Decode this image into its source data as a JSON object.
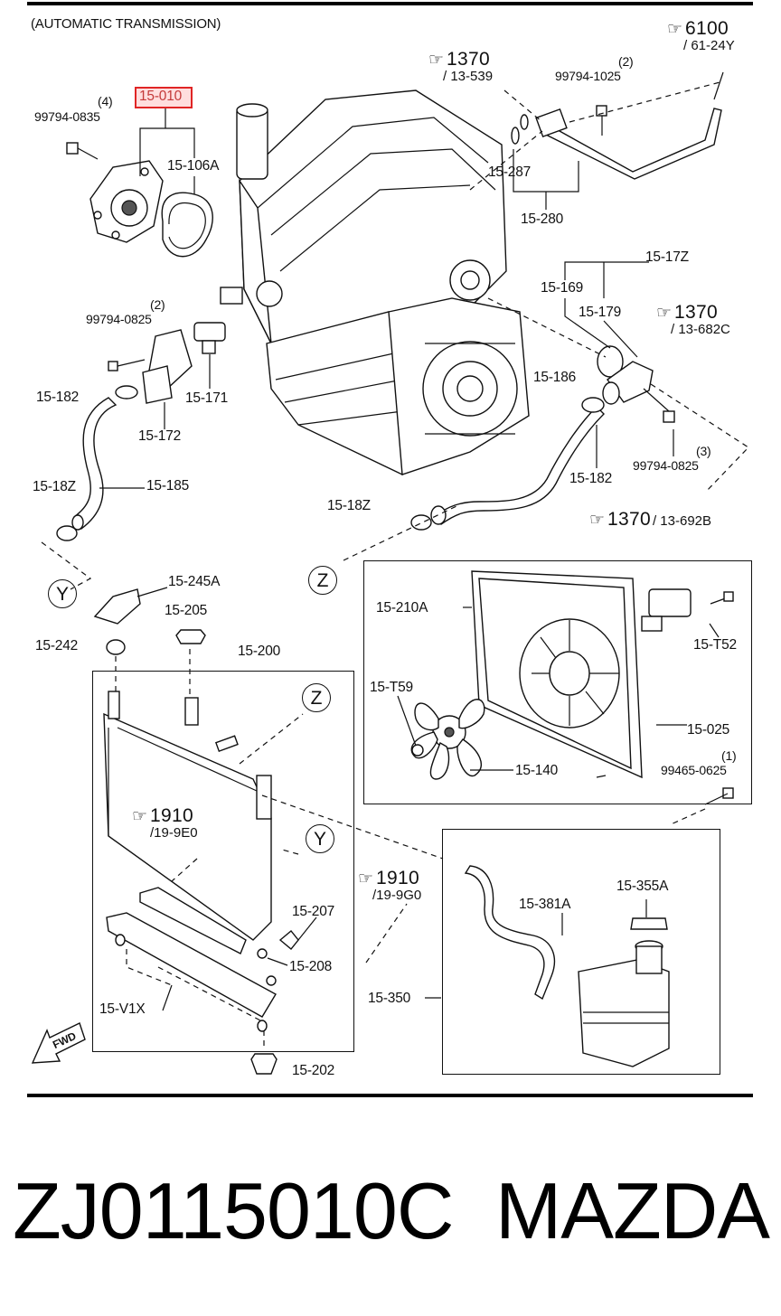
{
  "header": {
    "title": "(AUTOMATIC TRANSMISSION)"
  },
  "refs": {
    "r6100": {
      "main": "6100",
      "sub": "/ 61-24Y"
    },
    "r1370a": {
      "main": "1370",
      "sub": "/ 13-539"
    },
    "r1370b": {
      "main": "1370",
      "sub": "/ 13-682C"
    },
    "r1370c": {
      "main": "1370",
      "sub": "/ 13-692B"
    },
    "r1910a": {
      "main": "1910",
      "sub": "/19-9E0"
    },
    "r1910b": {
      "main": "1910",
      "sub": "/19-9G0"
    }
  },
  "labels": {
    "p15_010": "15-010",
    "qty4": "(4)",
    "p99794_0835": "99794-0835",
    "p15_106A": "15-106A",
    "qty2a": "(2)",
    "p99794_1025": "99794-1025",
    "p15_287": "15-287",
    "p15_280": "15-280",
    "p15_17Z": "15-17Z",
    "p15_169": "15-169",
    "p15_179": "15-179",
    "qty2b": "(2)",
    "p99794_0825a": "99794-0825",
    "p15_182a": "15-182",
    "p15_171": "15-171",
    "p15_172": "15-172",
    "p15_186": "15-186",
    "p15_182b": "15-182",
    "qty3": "(3)",
    "p99794_0825b": "99794-0825",
    "p15_18Za": "15-18Z",
    "p15_185": "15-185",
    "p15_18Zb": "15-18Z",
    "p15_245A": "15-245A",
    "p15_205": "15-205",
    "p15_242": "15-242",
    "p15_200": "15-200",
    "p15_210A": "15-210A",
    "p15_T52": "15-T52",
    "p15_T59": "15-T59",
    "p15_025": "15-025",
    "p15_140": "15-140",
    "qty1": "(1)",
    "p99465_0625": "99465-0625",
    "p15_207": "15-207",
    "p15_208": "15-208",
    "p15_V1X": "15-V1X",
    "p15_381A": "15-381A",
    "p15_355A": "15-355A",
    "p15_350": "15-350",
    "p15_202": "15-202",
    "circY1": "Y",
    "circZ1": "Z",
    "circZ2": "Z",
    "circY2": "Y",
    "fwd": "FWD"
  },
  "footer": {
    "part_number": "ZJ0115010C",
    "brand": "MAZDA"
  },
  "colors": {
    "highlight": "#e02525",
    "ink": "#111111"
  }
}
